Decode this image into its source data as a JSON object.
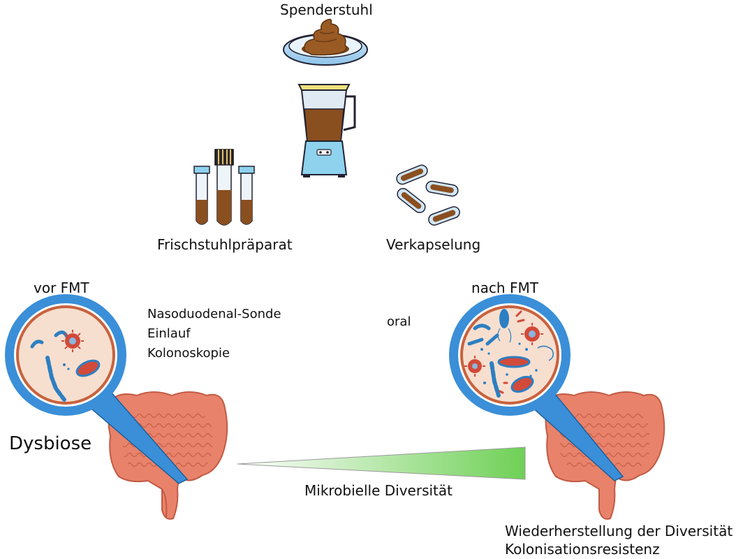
{
  "labels": {
    "donor_stool": "Spenderstuhl",
    "fresh_stool_preparation": "Frischstuhlpräparat",
    "encapsulation": "Verkapselung",
    "before_fmt": "vor FMT",
    "after_fmt": "nach FMT",
    "oral": "oral",
    "dysbiosis": "Dysbiose",
    "microbial_diversity": "Mikrobielle Diversität",
    "restoration_of_diversity": "Wiederherstellung der Diversität",
    "colonisation_resistance": "Kolonisationsresistenz"
  },
  "administration_routes": [
    "Nasoduodenal-Sonde",
    "Einlauf",
    "Kolonoskopie"
  ],
  "colors": {
    "stool_brown": "#9a5a24",
    "magnifier_blue": "#3a8fd8",
    "intestine_salmon": "#e8826a",
    "gradient_green": "#6fd056",
    "bacteria_red": "#d24a3a"
  }
}
